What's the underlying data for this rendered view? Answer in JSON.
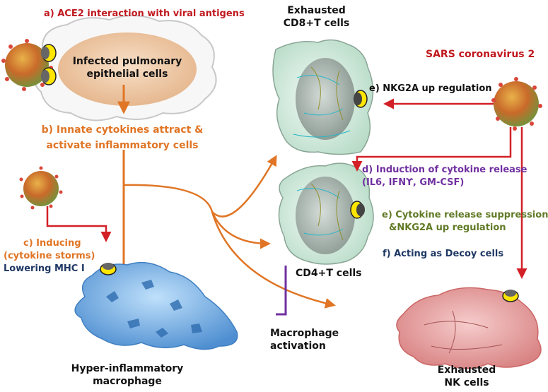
{
  "labels": {
    "a_ace2": "a) ACE2 interaction with viral antigens",
    "infected_line1": "Infected pulmonary",
    "infected_line2": "epithelial cells",
    "b_line1": "b) Innate cytokines attract &",
    "b_line2": "activate inflammatory cells",
    "c_line1": "c) Inducing",
    "c_line2": "(cytokine storms)",
    "c_line3": "Lowering MHC I",
    "hyper_line1": "Hyper-inflammatory",
    "hyper_line2": "macrophage",
    "exhausted_cd8_line1": "Exhausted",
    "exhausted_cd8_line2": "CD8+T cells",
    "sars": "SARS coronavirus 2",
    "e_nkg2a": "e) NKG2A up regulation",
    "d_line1": "d) Induction of cytokine release",
    "d_line2": "(IL6, IFNϒ, GM-CSF)",
    "cd4": "CD4+T cells",
    "macro_line1": "Macrophage",
    "macro_line2": "activation",
    "e2_line1": "e) Cytokine release suppression",
    "e2_line2": "&NKG2A up regulation",
    "f_decoy": "f) Acting as Decoy cells",
    "nk_line1": "Exhausted",
    "nk_line2": "NK cells"
  },
  "colors": {
    "red": "#c0191f",
    "orange": "#e07525",
    "purple": "#7030a0",
    "olive": "#617a26",
    "navy": "#1f3864",
    "macrophage_blue": "#6fa8dc",
    "tcell_green": "#d9efe4",
    "nk_pink": "#e8a0a0",
    "epithelial_tan": "#efc9a4"
  }
}
